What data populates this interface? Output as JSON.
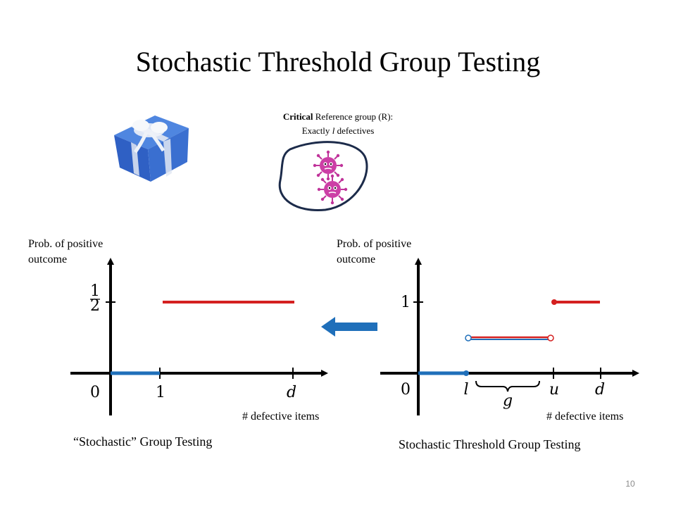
{
  "slide": {
    "title": "Stochastic Threshold Group Testing",
    "page_number": "10"
  },
  "reference_group": {
    "caption_bold": "Critical",
    "caption_rest": " Reference group (R):",
    "caption_line2_pre": "Exactly ",
    "caption_line2_var": "l",
    "caption_line2_post": " defectives",
    "icon": "virus-icon"
  },
  "left_plot": {
    "ylabel_line1": "Prob. of positive",
    "ylabel_line2": "outcome",
    "xlabel": "# defective items",
    "caption": "“Stochastic” Group Testing",
    "y_tick_num": "1",
    "y_tick_den": "2",
    "x_tick_0": "0",
    "x_tick_1": "1",
    "x_tick_d": "d"
  },
  "right_plot": {
    "ylabel_line1": "Prob. of positive",
    "ylabel_line2": "outcome",
    "xlabel": "# defective items",
    "caption": "Stochastic Threshold Group Testing",
    "y_tick_1": "1",
    "x_tick_0": "0",
    "x_tick_l": "l",
    "x_tick_u": "u",
    "x_tick_d": "d",
    "gap_label": "g"
  },
  "colors": {
    "axis": "#000000",
    "blue": "#1f6fba",
    "red": "#d42020",
    "arrow": "#1f6fba",
    "box": "#3a6fd0",
    "ribbon": "#dfe6f2",
    "virus": "#c0339a",
    "blob_outline": "#1c2b4a"
  }
}
